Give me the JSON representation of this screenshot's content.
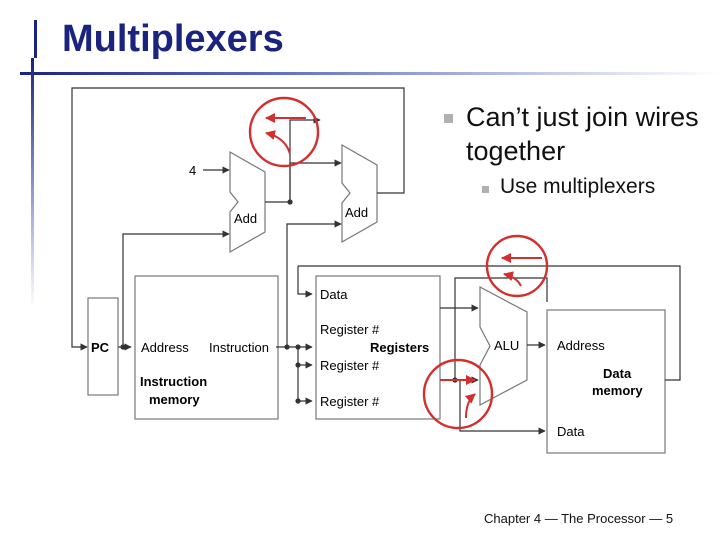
{
  "slide": {
    "title": "Multiplexers",
    "bullet_main": "Can’t just join wires together",
    "bullet_sub": "Use multiplexers",
    "footer": "Chapter 4 — The Processor — 5"
  },
  "diagram": {
    "four": "4",
    "add1": "Add",
    "add2": "Add",
    "pc": "PC",
    "imem_address": "Address",
    "imem_instruction": "Instruction",
    "imem_title_1": "Instruction",
    "imem_title_2": "memory",
    "reg_data": "Data",
    "reg_r1": "Register #",
    "reg_r2": "Register #",
    "reg_r3": "Register #",
    "registers": "Registers",
    "alu": "ALU",
    "dmem_address": "Address",
    "dmem_title_1": "Data",
    "dmem_title_2": "memory",
    "dmem_data": "Data"
  },
  "colors": {
    "title": "#1a237e",
    "annotation": "#d32f2f",
    "wire": "#333333",
    "block_border": "#777777"
  }
}
